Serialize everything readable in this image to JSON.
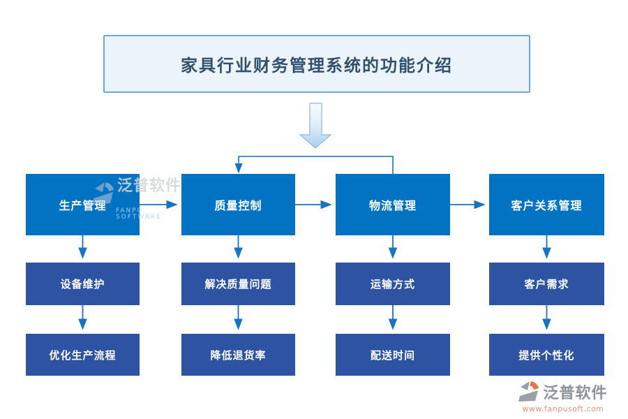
{
  "title": {
    "text": "家具行业财务管理系统的功能介绍"
  },
  "columns": [
    {
      "head": "生产管理",
      "sub1": "设备维护",
      "sub2": "优化生产流程"
    },
    {
      "head": "质量控制",
      "sub1": "解决质量问题",
      "sub2": "降低退货率"
    },
    {
      "head": "物流管理",
      "sub1": "运输方式",
      "sub2": "配送时间"
    },
    {
      "head": "客户关系管理",
      "sub1": "客户需求",
      "sub2": "提供个性化"
    }
  ],
  "watermark": {
    "brand": "泛普软件",
    "brand_en": "FANPU SOFTWARE"
  },
  "footer": {
    "brand": "泛普软件",
    "url": "www.fanpusoft.com"
  },
  "colors": {
    "level1_box": "#0173c2",
    "sub_box": "#2d53a2",
    "connector": "#1873c2",
    "title_text": "#31506f",
    "title_border": "#6aa7dc",
    "title_bg": "#ebf4fb",
    "big_arrow_fill_top": "#f7fbfe",
    "big_arrow_fill_bottom": "#a9cdeb",
    "footer_brand": "#8d929b",
    "footer_url": "#e5927e",
    "logo_orange": "#e07b42"
  }
}
